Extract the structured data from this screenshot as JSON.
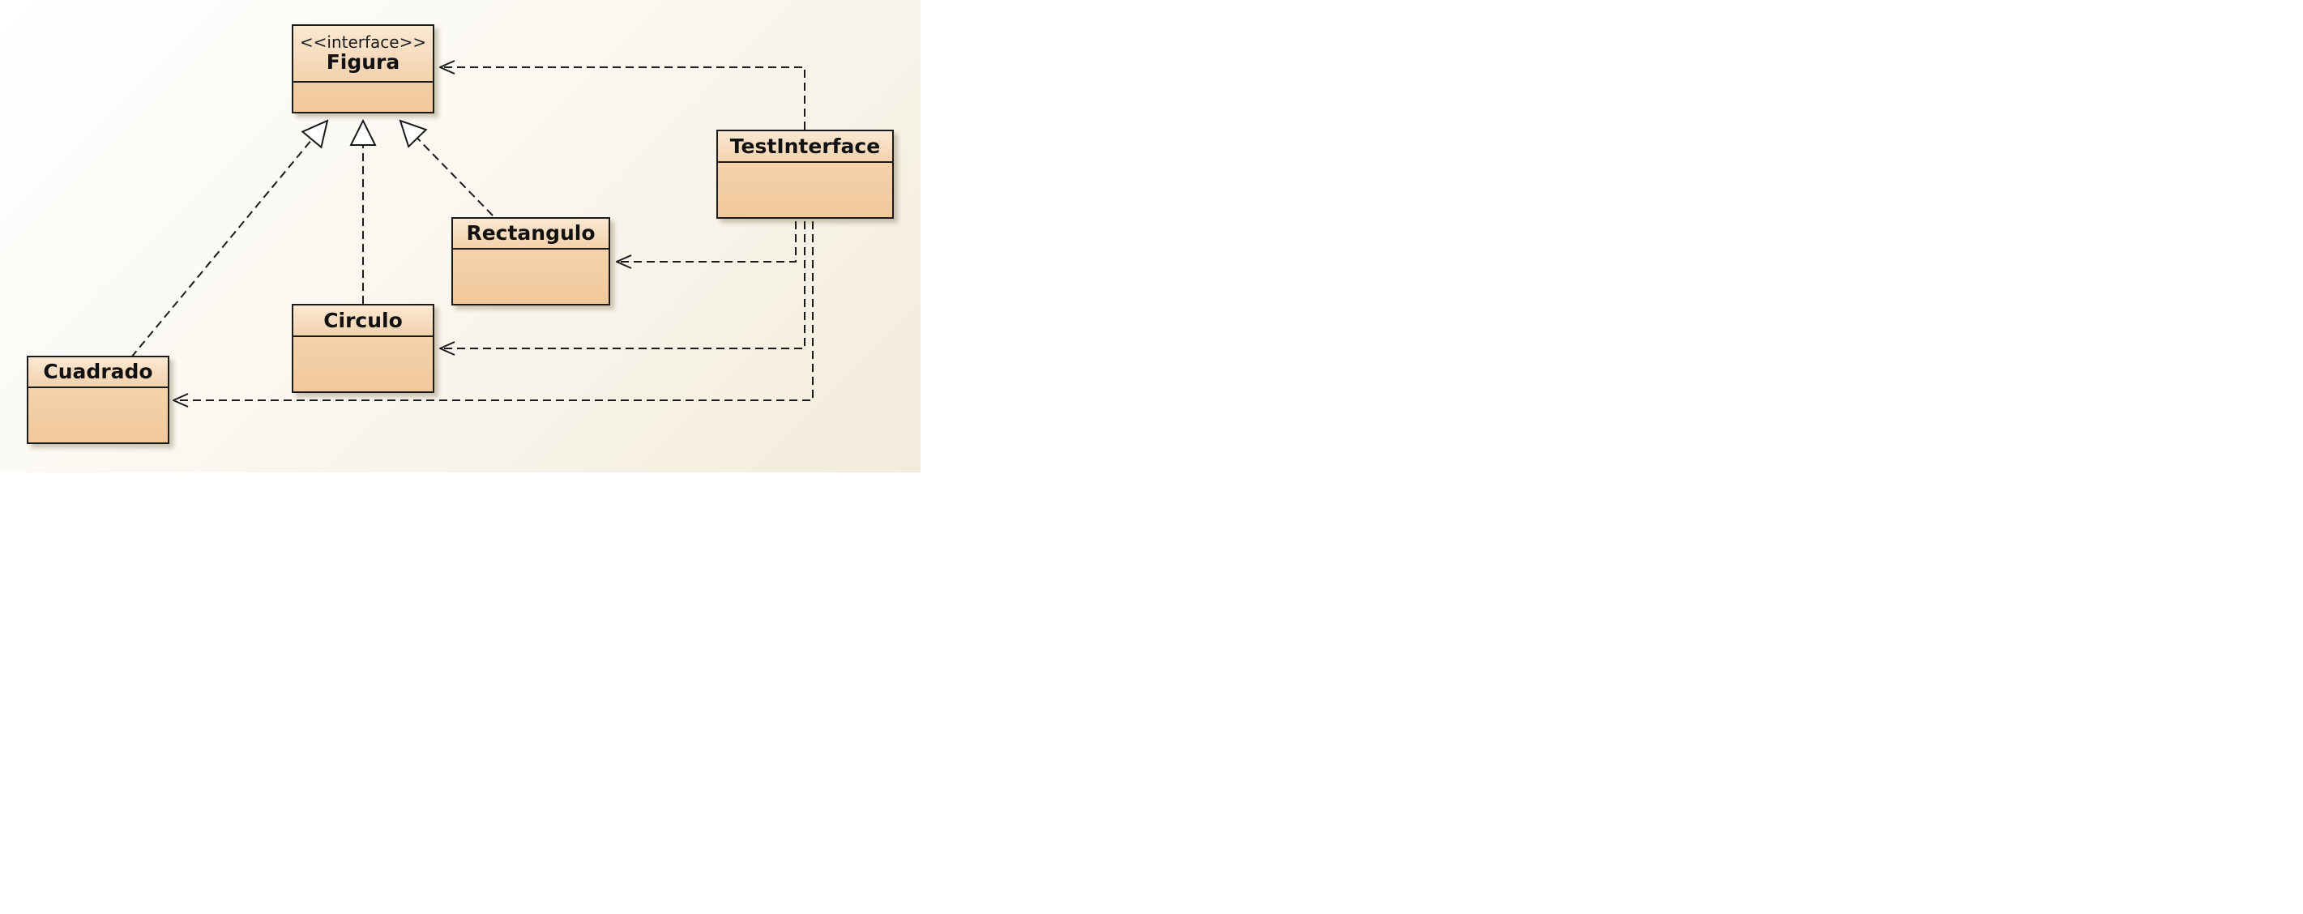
{
  "diagram": {
    "classes": {
      "figura": {
        "stereotype": "<<interface>>",
        "name": "Figura"
      },
      "test_interface": {
        "name": "TestInterface"
      },
      "rectangulo": {
        "name": "Rectangulo"
      },
      "circulo": {
        "name": "Circulo"
      },
      "cuadrado": {
        "name": "Cuadrado"
      }
    },
    "relationships": [
      {
        "type": "realization",
        "from": "Cuadrado",
        "to": "Figura"
      },
      {
        "type": "realization",
        "from": "Circulo",
        "to": "Figura"
      },
      {
        "type": "realization",
        "from": "Rectangulo",
        "to": "Figura"
      },
      {
        "type": "dependency",
        "from": "TestInterface",
        "to": "Figura"
      },
      {
        "type": "dependency",
        "from": "TestInterface",
        "to": "Rectangulo"
      },
      {
        "type": "dependency",
        "from": "TestInterface",
        "to": "Circulo"
      },
      {
        "type": "dependency",
        "from": "TestInterface",
        "to": "Cuadrado"
      }
    ],
    "colors": {
      "class_fill": "#f1c89c",
      "class_header": "#fbe8d2",
      "border": "#1a1a1a",
      "background": "#fbf8f1"
    }
  }
}
